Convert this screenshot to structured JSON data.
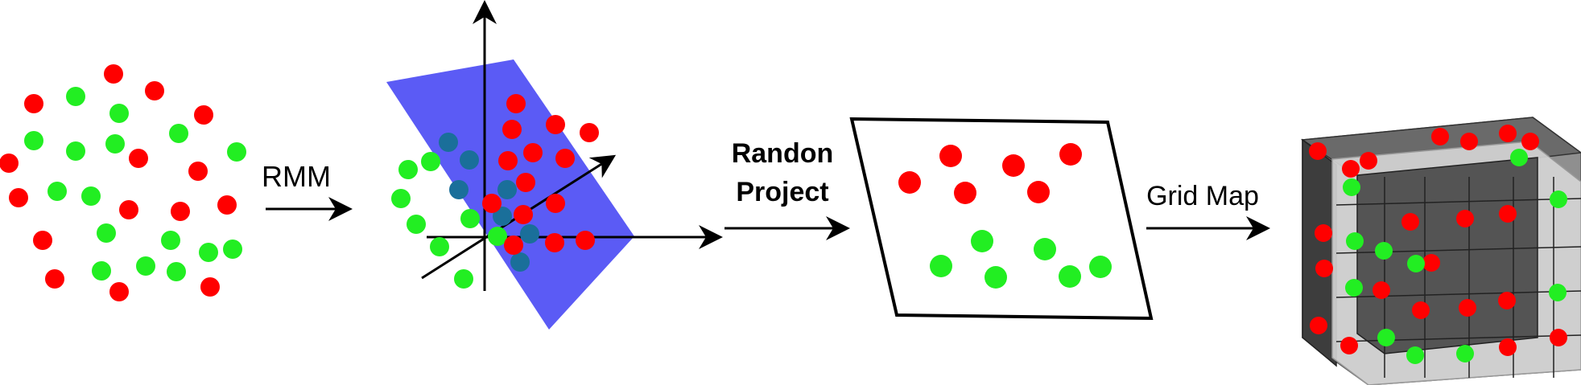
{
  "labels": {
    "rmm": "RMM",
    "randon_line1": "Randon",
    "randon_line2": "Project",
    "grid_map": "Grid Map"
  },
  "colors": {
    "red_point": "#ff0000",
    "green_point": "#22ee22",
    "blue_plane": "#5b5bf5",
    "teal_point": "#1a6f9a",
    "cube_dark": "#3a3a3a",
    "cube_light": "#c8c8c8",
    "axis": "#000000"
  }
}
